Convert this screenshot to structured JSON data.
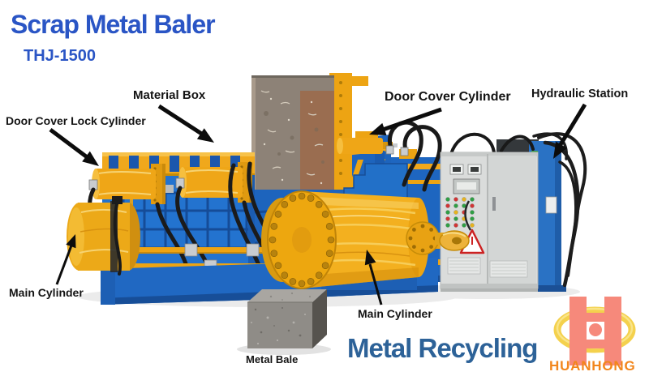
{
  "header": {
    "title": "Scrap Metal Baler",
    "model": "THJ-1500"
  },
  "callouts": {
    "material_box": "Material Box",
    "door_cover_cylinder": "Door Cover Cylinder",
    "hydraulic_station": "Hydraulic Station",
    "door_cover_lock_cylinder": "Door Cover Lock Cylinder",
    "main_cylinder_left": "Main Cylinder",
    "main_cylinder_center": "Main Cylinder",
    "metal_bale": "Metal Bale"
  },
  "footer": {
    "tagline": "Metal Recycling"
  },
  "brand": {
    "name": "HUANHONG"
  },
  "colors": {
    "title_blue": "#2a55c5",
    "tagline_blue": "#2d6298",
    "brand_orange": "#f2861c",
    "logo_red": "#f6897b",
    "logo_ring_yellow": "#f4d14d",
    "machine_blue": "#2373cf",
    "machine_yellow": "#f0a81c",
    "callout_black": "#141414",
    "background": "#ffffff"
  }
}
